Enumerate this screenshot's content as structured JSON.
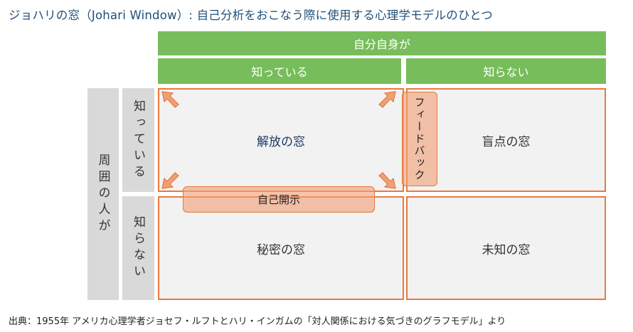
{
  "title": "ジョハリの窓（Johari Window）: 自己分析をおこなう際に使用する心理学モデルのひとつ",
  "header": {
    "self": "自分自身が",
    "known": "知っている",
    "unknown": "知らない"
  },
  "side": {
    "others": "周囲の人が",
    "known": "知っている",
    "unknown": "知らない"
  },
  "windows": {
    "open": "解放の窓",
    "blind": "盲点の窓",
    "hidden": "秘密の窓",
    "unknown": "未知の窓"
  },
  "actions": {
    "self_disclosure": "自己開示",
    "feedback": "フィードバック"
  },
  "source": "出典：1955年 アメリカ心理学者ジョセフ・ルフトとハリ・インガムの「対人関係における気づきのグラフモデル」より",
  "colors": {
    "title": "#1f4e79",
    "green": "#77bd5b",
    "gray": "#d9d9d9",
    "cell": "#f2f2f2",
    "orange": "#e87a3e"
  }
}
